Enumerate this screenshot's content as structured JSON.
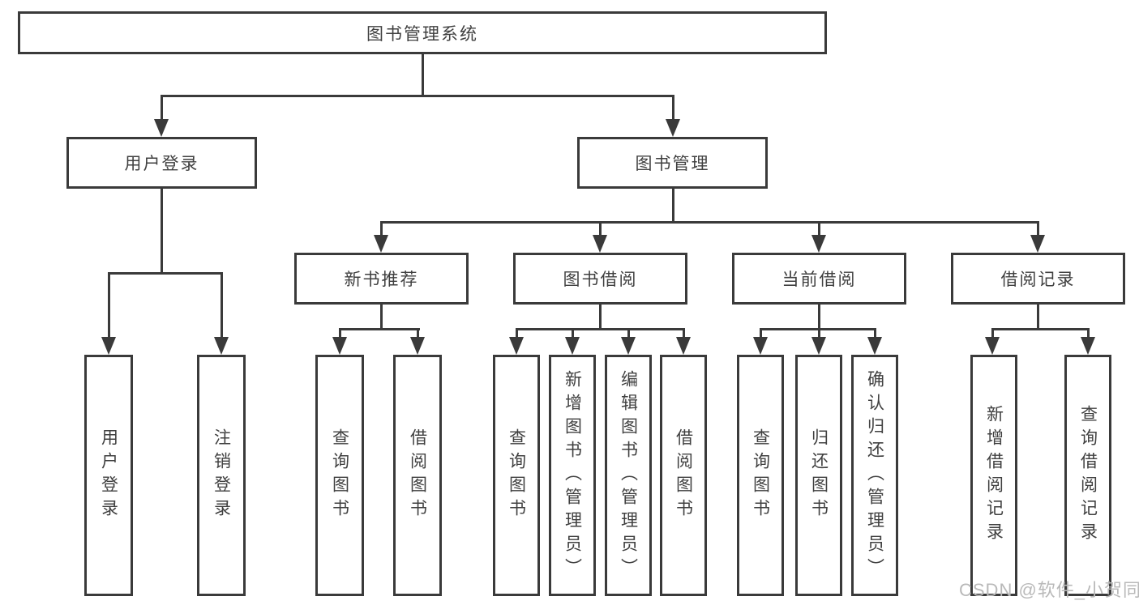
{
  "colors": {
    "line": "#3a3a3a",
    "box_border": "#3a3a3a",
    "text": "#404040",
    "background": "#ffffff",
    "watermark": "#b9b9b9"
  },
  "diagram": {
    "root": {
      "label": "图书管理系统"
    },
    "branches": [
      {
        "label": "用户登录",
        "children": [
          {
            "label": "用户登录"
          },
          {
            "label": "注销登录"
          }
        ]
      },
      {
        "label": "图书管理",
        "children": [
          {
            "label": "新书推荐",
            "children": [
              {
                "label": "查询图书"
              },
              {
                "label": "借阅图书"
              }
            ]
          },
          {
            "label": "图书借阅",
            "children": [
              {
                "label": "查询图书"
              },
              {
                "label": "新增图书（管理员）"
              },
              {
                "label": "编辑图书（管理员）"
              },
              {
                "label": "借阅图书"
              }
            ]
          },
          {
            "label": "当前借阅",
            "children": [
              {
                "label": "查询图书"
              },
              {
                "label": "归还图书"
              },
              {
                "label": "确认归还（管理员）"
              }
            ]
          },
          {
            "label": "借阅记录",
            "children": [
              {
                "label": "新增借阅记录"
              },
              {
                "label": "查询借阅记录"
              }
            ]
          }
        ]
      }
    ]
  },
  "watermark": {
    "text": "CSDN @软件_小贺同学"
  }
}
